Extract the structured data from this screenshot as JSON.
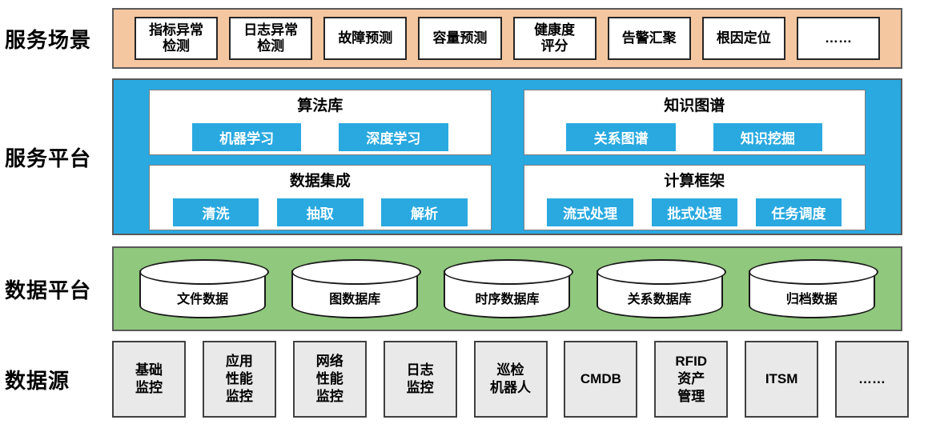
{
  "colors": {
    "scenario_band": "#F4C7A0",
    "platform_band": "#29A9E0",
    "data_band": "#90C87D",
    "button_blue": "#29A9E0",
    "source_box_gray": "#E9E9E9"
  },
  "layers": {
    "scenarios": {
      "label": "服务场景",
      "items": [
        "指标异常\n检测",
        "日志异常\n检测",
        "故障预测",
        "容量预测",
        "健康度\n评分",
        "告警汇聚",
        "根因定位",
        "……"
      ]
    },
    "platform": {
      "label": "服务平台",
      "panels": [
        {
          "title": "算法库",
          "buttons": [
            "机器学习",
            "深度学习"
          ]
        },
        {
          "title": "知识图谱",
          "buttons": [
            "关系图谱",
            "知识挖掘"
          ]
        },
        {
          "title": "数据集成",
          "buttons": [
            "清洗",
            "抽取",
            "解析"
          ]
        },
        {
          "title": "计算框架",
          "buttons": [
            "流式处理",
            "批式处理",
            "任务调度"
          ]
        }
      ]
    },
    "data_platform": {
      "label": "数据平台",
      "databases": [
        "文件数据",
        "图数据库",
        "时序数据库",
        "关系数据库",
        "归档数据"
      ]
    },
    "sources": {
      "label": "数据源",
      "items": [
        "基础\n监控",
        "应用\n性能\n监控",
        "网络\n性能\n监控",
        "日志\n监控",
        "巡检\n机器人",
        "CMDB",
        "RFID\n资产\n管理",
        "ITSM",
        "……"
      ]
    }
  }
}
